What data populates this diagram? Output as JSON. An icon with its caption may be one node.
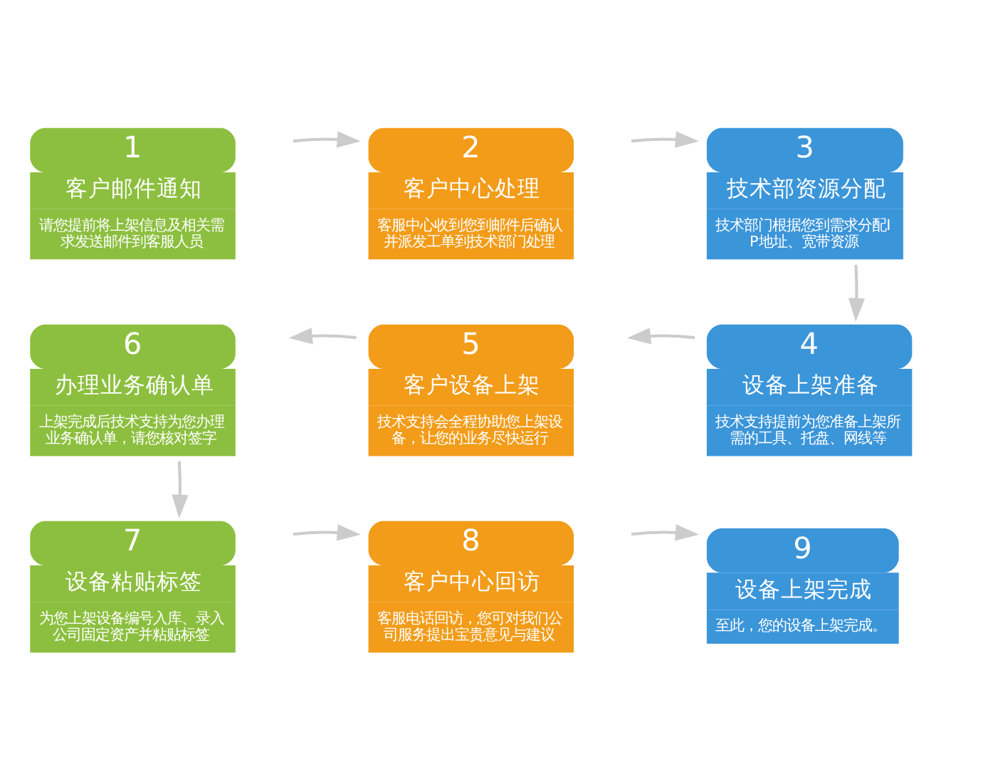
{
  "diagram": {
    "nodes": [
      {
        "text": [
          "1",
          "客户邮件通知",
          "请您提前将上架信息及相关需求发送邮件到客服人员"
        ]
      },
      {
        "text": [
          "2",
          "客户中心处理",
          "客服中心收到您到邮件后确认并派发工单到技术部门处理"
        ]
      },
      {
        "text": [
          "3",
          "技术部资源分配",
          "技术部门根据您到需求分配IP地址、宽带资源"
        ]
      },
      {
        "text": [
          "4",
          "设备上架准备",
          "技术支持提前为您准备上架所需的工具、托盘、网线等"
        ]
      },
      {
        "text": [
          "5",
          "客户设备上架",
          "技术支持会全程协助您上架设备，让您的业务尽快运行"
        ]
      },
      {
        "text": [
          "6",
          "办理业务确认单",
          "上架完成后技术支持为您办理业务确认单，请您核对签字"
        ]
      },
      {
        "text": [
          "7",
          "设备粘贴标签",
          "为您上架设备编号入库、录入公司固定资产并粘贴标签"
        ]
      },
      {
        "text": [
          "8",
          "客户中心回访",
          "客服电话回访，您可对我们公司服务提出宝贵意见与建议"
        ]
      },
      {
        "text": [
          "9",
          "设备上架完成",
          "至此，您的设备上架完成。"
        ]
      }
    ],
    "edges": [
      {
        "from": 0,
        "to": 1,
        "arrow": "to"
      },
      {
        "from": 1,
        "to": 2,
        "arrow": "to"
      },
      {
        "from": 2,
        "to": 3,
        "arrow": "to"
      },
      {
        "from": 3,
        "to": 4,
        "arrow": "to"
      },
      {
        "from": 4,
        "to": 5,
        "arrow": "to"
      },
      {
        "from": 5,
        "to": 6,
        "arrow": "to"
      },
      {
        "from": 6,
        "to": 7,
        "arrow": "to"
      },
      {
        "from": 7,
        "to": 8,
        "arrow": "to"
      }
    ]
  }
}
